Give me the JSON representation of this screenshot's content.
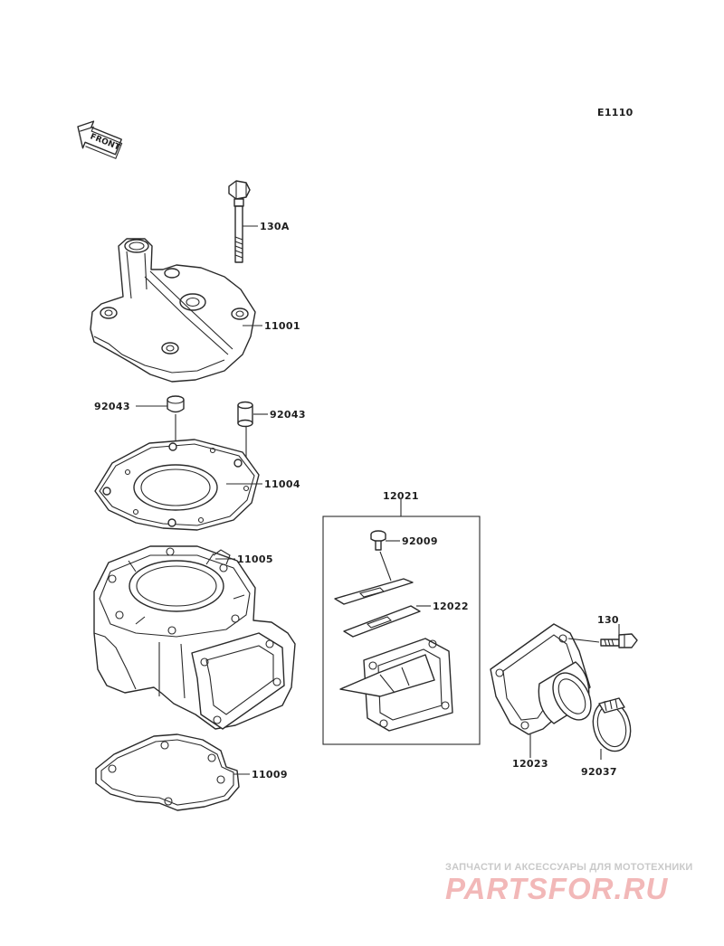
{
  "diagram": {
    "code": "E1110",
    "front_label": "FRONT",
    "part_labels": {
      "bolt_130A": "130A",
      "cylinder_head_11001": "11001",
      "dowel_left_92043": "92043",
      "dowel_right_92043": "92043",
      "head_gasket_11004": "11004",
      "cylinder_11005": "11005",
      "base_gasket_11009": "11009",
      "reed_valve_assy_12021": "12021",
      "screw_92009": "92009",
      "reed_plate_12022": "12022",
      "bolt_130": "130",
      "intake_manifold_12023": "12023",
      "clamp_92037": "92037"
    }
  },
  "watermark": {
    "subtitle": "ЗАПЧАСТИ И АКСЕССУАРЫ ДЛЯ МОТОТЕХНИКИ",
    "brand": "PARTSFOR.RU"
  }
}
